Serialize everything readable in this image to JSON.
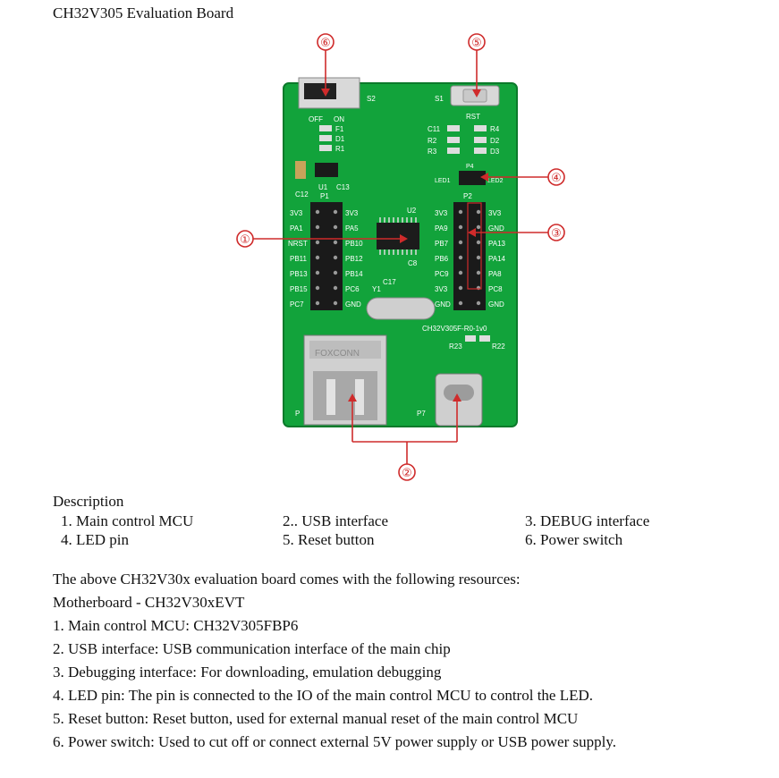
{
  "page_title": "CH32V305 Evaluation Board",
  "board": {
    "colors": {
      "pcb": "#12a33b",
      "pcb_dark": "#0c7a2b",
      "callout": "#cf2b2b",
      "silk": "#ffffff"
    },
    "silkscreen": {
      "s2": "S2",
      "s1": "S1",
      "rst": "RST",
      "off": "OFF",
      "on": "ON",
      "f1": "F1",
      "d1": "D1",
      "r1": "R1",
      "c11": "C11",
      "r4": "R4",
      "r2": "R2",
      "d2": "D2",
      "r3": "R3",
      "d3": "D3",
      "p4": "P4",
      "led1": "LED1",
      "led2": "LED2",
      "u1": "U1",
      "c13": "C13",
      "c12": "C12",
      "p1": "P1",
      "u2": "U2",
      "c8": "C8",
      "c17": "C17",
      "y1": "Y1",
      "p2": "P2",
      "left_pins_outer": [
        "3V3",
        "PA1",
        "NRST",
        "PB11",
        "PB13",
        "PB15",
        "PC7"
      ],
      "left_pins_inner": [
        "3V3",
        "PA5",
        "PB10",
        "PB12",
        "PB14",
        "PC6",
        "GND"
      ],
      "right_pins_outer": [
        "3V3",
        "PA9",
        "PB7",
        "PB6",
        "PC9",
        "3V3",
        "GND"
      ],
      "right_pins_inner": [
        "3V3",
        "GND",
        "PA13",
        "PA14",
        "PA8",
        "PC8",
        "GND"
      ],
      "board_rev": "CH32V305F-R0-1v0",
      "r23": "R23",
      "r22": "R22",
      "p7": "P7",
      "p": "P",
      "foxconn": "FOXCONN"
    },
    "callouts": [
      "①",
      "②",
      "③",
      "④",
      "⑤",
      "⑥"
    ]
  },
  "description": {
    "heading": "Description",
    "items": [
      "1. Main control MCU",
      "2.. USB interface",
      "3. DEBUG interface",
      "4. LED pin",
      "5. Reset button",
      "6. Power switch"
    ]
  },
  "resources": {
    "intro": "The above CH32V30x evaluation board comes with the following resources:",
    "motherboard": "Motherboard - CH32V30xEVT",
    "lines": [
      "1. Main control MCU: CH32V305FBP6",
      "2. USB interface: USB communication interface of the main chip",
      "3. Debugging interface: For downloading, emulation debugging",
      "4. LED pin: The pin is connected to the IO of the main control MCU to control the LED.",
      "5. Reset button: Reset button, used for external manual reset of the main control MCU",
      "6. Power switch: Used to cut off or connect external 5V power supply or USB power supply."
    ]
  }
}
